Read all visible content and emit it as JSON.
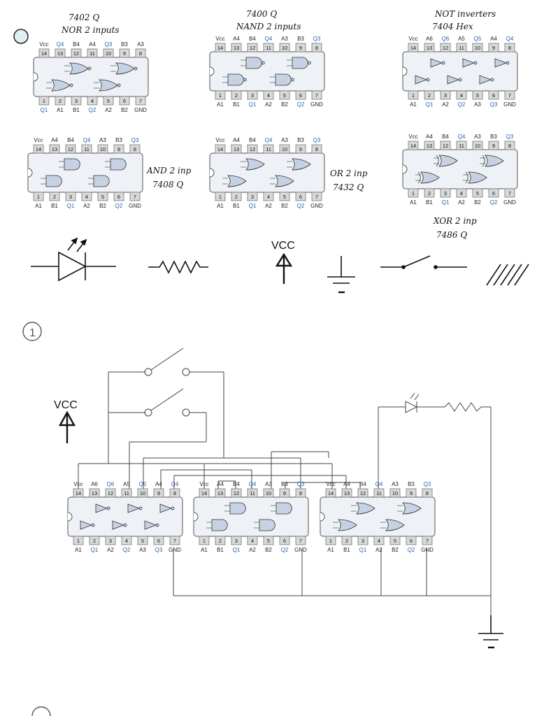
{
  "ic_library": [
    {
      "id": "nor",
      "note": [
        "7402 Q",
        "NOR 2 inputs"
      ],
      "top_pins": [
        "Vcc",
        "Q4",
        "B4",
        "A4",
        "Q3",
        "B3",
        "A3"
      ],
      "bottom_pins": [
        "Q1",
        "A1",
        "B1",
        "Q2",
        "A2",
        "B2",
        "GND"
      ],
      "gate": "nor"
    },
    {
      "id": "nand",
      "note": [
        "7400 Q",
        "NAND 2 inputs"
      ],
      "top_pins": [
        "Vcc",
        "A4",
        "B4",
        "Q4",
        "A3",
        "B3",
        "Q3"
      ],
      "bottom_pins": [
        "A1",
        "B1",
        "Q1",
        "A2",
        "B2",
        "Q2",
        "GND"
      ],
      "gate": "nand"
    },
    {
      "id": "not",
      "note": [
        "NOT inverters",
        "7404 Hex"
      ],
      "top_pins": [
        "Vcc",
        "A6",
        "Q6",
        "A5",
        "Q5",
        "A4",
        "Q4"
      ],
      "bottom_pins": [
        "A1",
        "Q1",
        "A2",
        "Q2",
        "A3",
        "Q3",
        "GND"
      ],
      "gate": "not"
    },
    {
      "id": "and",
      "note": [
        "AND 2 inp",
        "7408 Q"
      ],
      "top_pins": [
        "Vcc",
        "A4",
        "B4",
        "Q4",
        "A3",
        "B3",
        "Q3"
      ],
      "bottom_pins": [
        "A1",
        "B1",
        "Q1",
        "A2",
        "B2",
        "Q2",
        "GND"
      ],
      "gate": "and"
    },
    {
      "id": "or",
      "note": [
        "OR 2 inp",
        "7432 Q"
      ],
      "top_pins": [
        "Vcc",
        "A4",
        "B4",
        "Q4",
        "A3",
        "B3",
        "Q3"
      ],
      "bottom_pins": [
        "A1",
        "B1",
        "Q1",
        "A2",
        "B2",
        "Q2",
        "GND"
      ],
      "gate": "or"
    },
    {
      "id": "xor",
      "note": [
        "XOR 2 inp",
        "7486 Q"
      ],
      "top_pins": [
        "Vcc",
        "A4",
        "B4",
        "Q4",
        "A3",
        "B3",
        "Q3"
      ],
      "bottom_pins": [
        "A1",
        "B1",
        "Q1",
        "A2",
        "B2",
        "Q2",
        "GND"
      ],
      "gate": "xor"
    }
  ],
  "pin_numbers_top": [
    "14",
    "13",
    "12",
    "11",
    "10",
    "9",
    "8"
  ],
  "pin_numbers_bottom": [
    "1",
    "2",
    "3",
    "4",
    "5",
    "6",
    "7"
  ],
  "symbols": {
    "vcc_label": "VCC"
  },
  "circuit": {
    "section_label": "1",
    "vcc_label": "VCC",
    "chips": [
      {
        "id": "c_not",
        "top_pins": [
          "Vcc",
          "A6",
          "Q6",
          "A5",
          "Q5",
          "A4",
          "Q4"
        ],
        "bottom_pins": [
          "A1",
          "Q1",
          "A2",
          "Q2",
          "A3",
          "Q3",
          "GND"
        ],
        "gate": "not"
      },
      {
        "id": "c_and",
        "top_pins": [
          "Vcc",
          "A4",
          "B4",
          "Q4",
          "A3",
          "B3",
          "Q3"
        ],
        "bottom_pins": [
          "A1",
          "B1",
          "Q1",
          "A2",
          "B2",
          "Q2",
          "GND"
        ],
        "gate": "and"
      },
      {
        "id": "c_or",
        "top_pins": [
          "Vcc",
          "A4",
          "B4",
          "Q4",
          "A3",
          "B3",
          "Q3"
        ],
        "bottom_pins": [
          "A1",
          "B1",
          "Q1",
          "A2",
          "B2",
          "Q2",
          "GND"
        ],
        "gate": "or"
      }
    ]
  },
  "colors": {
    "ink": "#111111",
    "pin_fill": "#d9d9d9",
    "chip_fill": "#eef1f5",
    "gate_fill": "#c6d2e3",
    "output_label": "#2a5fa8",
    "wire": "#444444",
    "radio": "#dff0f3"
  }
}
